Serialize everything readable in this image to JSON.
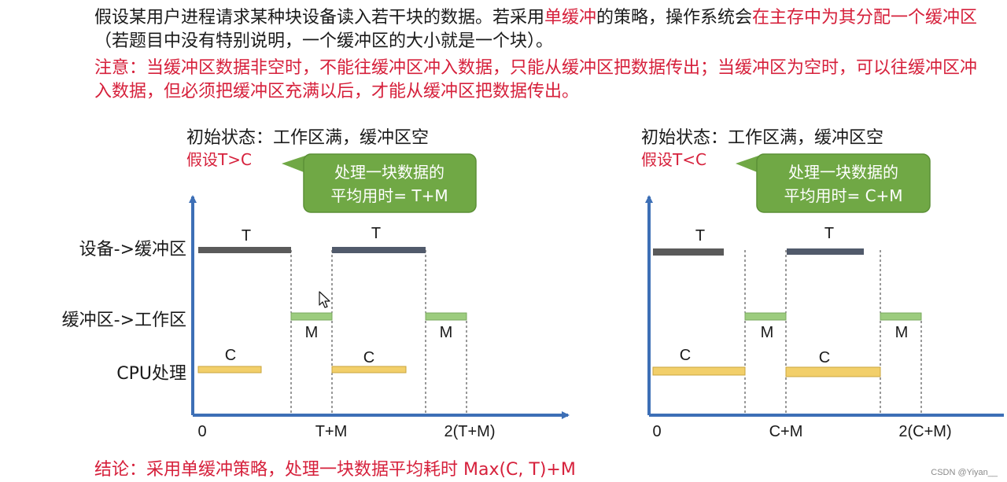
{
  "intro": {
    "part1": "假设某用户进程请求某种块设备读入若干块的数据。若采用",
    "hl1": "单缓冲",
    "part2": "的策略，操作系统会",
    "hl2": "在主存中为其分配一个缓冲区",
    "part3": "（若题目中没有特别说明，一个缓冲区的大小就是一个块）。"
  },
  "note": "注意：当缓冲区数据非空时，不能往缓冲区冲入数据，只能从缓冲区把数据传出；当缓冲区为空时，可以往缓冲区冲入数据，但必须把缓冲区充满以后，才能从缓冲区把数据传出。",
  "row_labels": [
    "设备->缓冲区",
    "缓冲区->工作区",
    "CPU处理"
  ],
  "colors": {
    "device_bar": "#5a5a5a",
    "memory_bar": "#9ccc7e",
    "cpu_bar": "#f2cf6a",
    "axis": "#3d6fb6",
    "red": "#d6203b",
    "bubble_fill": "#70a845"
  },
  "left": {
    "initial_state": "初始状态：工作区满，缓冲区空",
    "assume": "假设T>C",
    "bubble_line1": "处理一块数据的",
    "bubble_line2": "平均用时= T+M",
    "bar_labels": {
      "t1": "T",
      "t2": "T",
      "m1": "M",
      "m2": "M",
      "c1": "C",
      "c2": "C"
    },
    "ticks": [
      "0",
      "T+M",
      "2(T+M)"
    ]
  },
  "right": {
    "initial_state": "初始状态：工作区满，缓冲区空",
    "assume": "假设T<C",
    "bubble_line1": "处理一块数据的",
    "bubble_line2": "平均用时= C+M",
    "bar_labels": {
      "t1": "T",
      "t2": "T",
      "m1": "M",
      "m2": "M",
      "c1": "C",
      "c2": "C"
    },
    "ticks": [
      "0",
      "C+M",
      "2(C+M)"
    ]
  },
  "conclusion": "结论：采用单缓冲策略，处理一块数据平均耗时 Max(C, T)+M",
  "watermark": "CSDN @Yiyan__"
}
